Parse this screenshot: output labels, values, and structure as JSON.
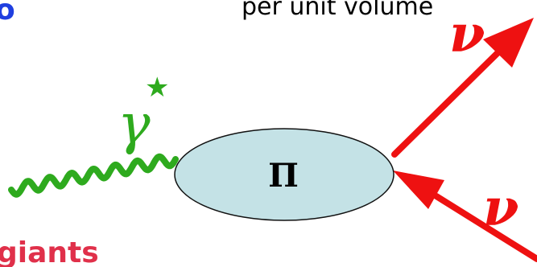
{
  "labels": {
    "top_text": "per unit volume",
    "blue_fragment": "o",
    "red_fragment": "giants",
    "photon_symbol": "γ",
    "photon_superscript": "★",
    "blob_label": "Π",
    "neutrino_out": "ν",
    "neutrino_in": "ν"
  },
  "colors": {
    "photon_green": "#2eaa1e",
    "blob_fill": "#c4e2e6",
    "neutrino_red": "#ee1111",
    "fragment_blue": "#1f3fe0",
    "fragment_red": "#e0304a"
  }
}
